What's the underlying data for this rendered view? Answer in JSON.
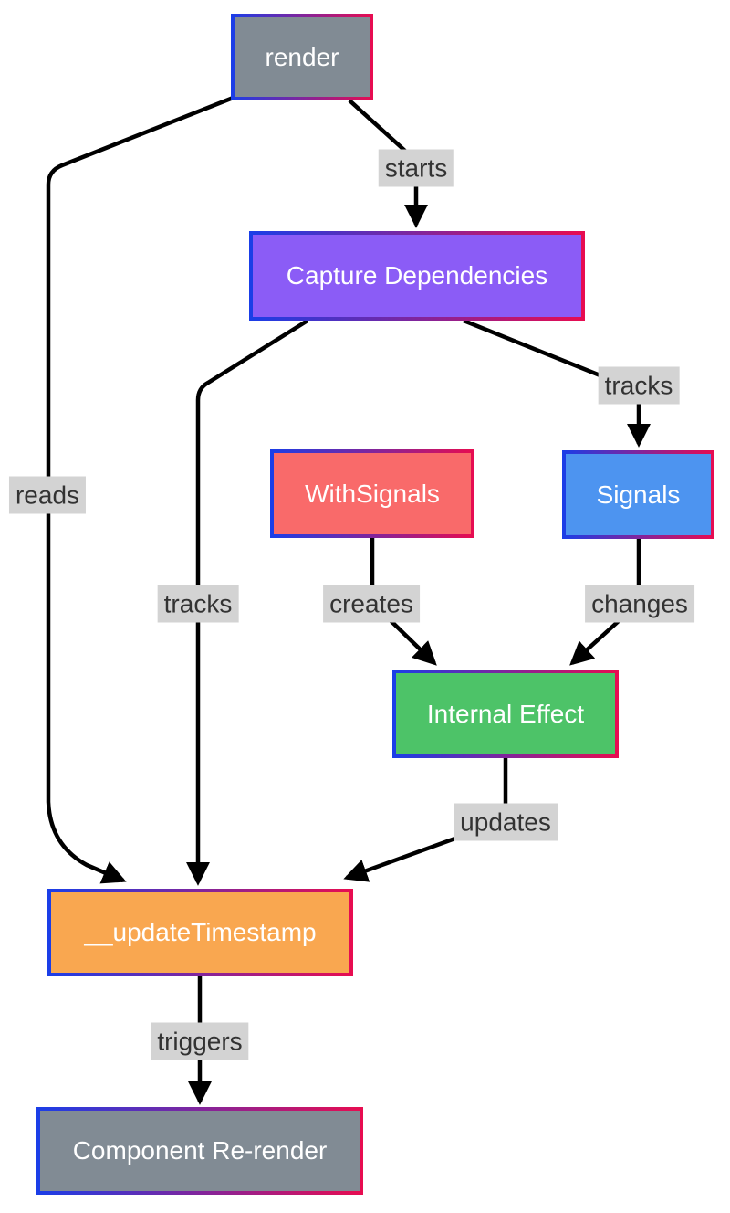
{
  "diagram": {
    "type": "flowchart",
    "direction": "top-down",
    "nodes": {
      "render": {
        "label": "render",
        "color_key": "node-gray"
      },
      "capture": {
        "label": "Capture Dependencies",
        "color_key": "node-purple"
      },
      "withSignals": {
        "label": "WithSignals",
        "color_key": "node-red"
      },
      "signals": {
        "label": "Signals",
        "color_key": "node-blue"
      },
      "internalEffect": {
        "label": "Internal Effect",
        "color_key": "node-green"
      },
      "updateTimestamp": {
        "label": "__updateTimestamp",
        "color_key": "node-orange"
      },
      "rerender": {
        "label": "Component Re-render",
        "color_key": "node-gray"
      }
    },
    "edges": {
      "starts": {
        "from": "render",
        "to": "capture",
        "label": "starts"
      },
      "reads": {
        "from": "render",
        "to": "updateTimestamp",
        "label": "reads"
      },
      "tracks_update": {
        "from": "capture",
        "to": "updateTimestamp",
        "label": "tracks"
      },
      "tracks_signals": {
        "from": "capture",
        "to": "signals",
        "label": "tracks"
      },
      "creates": {
        "from": "withSignals",
        "to": "internalEffect",
        "label": "creates"
      },
      "changes": {
        "from": "signals",
        "to": "internalEffect",
        "label": "changes"
      },
      "updates": {
        "from": "internalEffect",
        "to": "updateTimestamp",
        "label": "updates"
      },
      "triggers": {
        "from": "updateTimestamp",
        "to": "rerender",
        "label": "triggers"
      }
    }
  },
  "colors": {
    "background": "#ffffff",
    "node-gray": "#818b94",
    "node-purple": "#8b5cf6",
    "node-red": "#f96a6a",
    "node-blue": "#4d94f0",
    "node-green": "#4dc368",
    "node-orange": "#f9a750",
    "node-text": "#ffffff",
    "border-start": "#1a3ee8",
    "border-end": "#e80c50",
    "edge-line": "#000000",
    "label-bg": "#d3d3d3",
    "label-text": "#333333"
  }
}
